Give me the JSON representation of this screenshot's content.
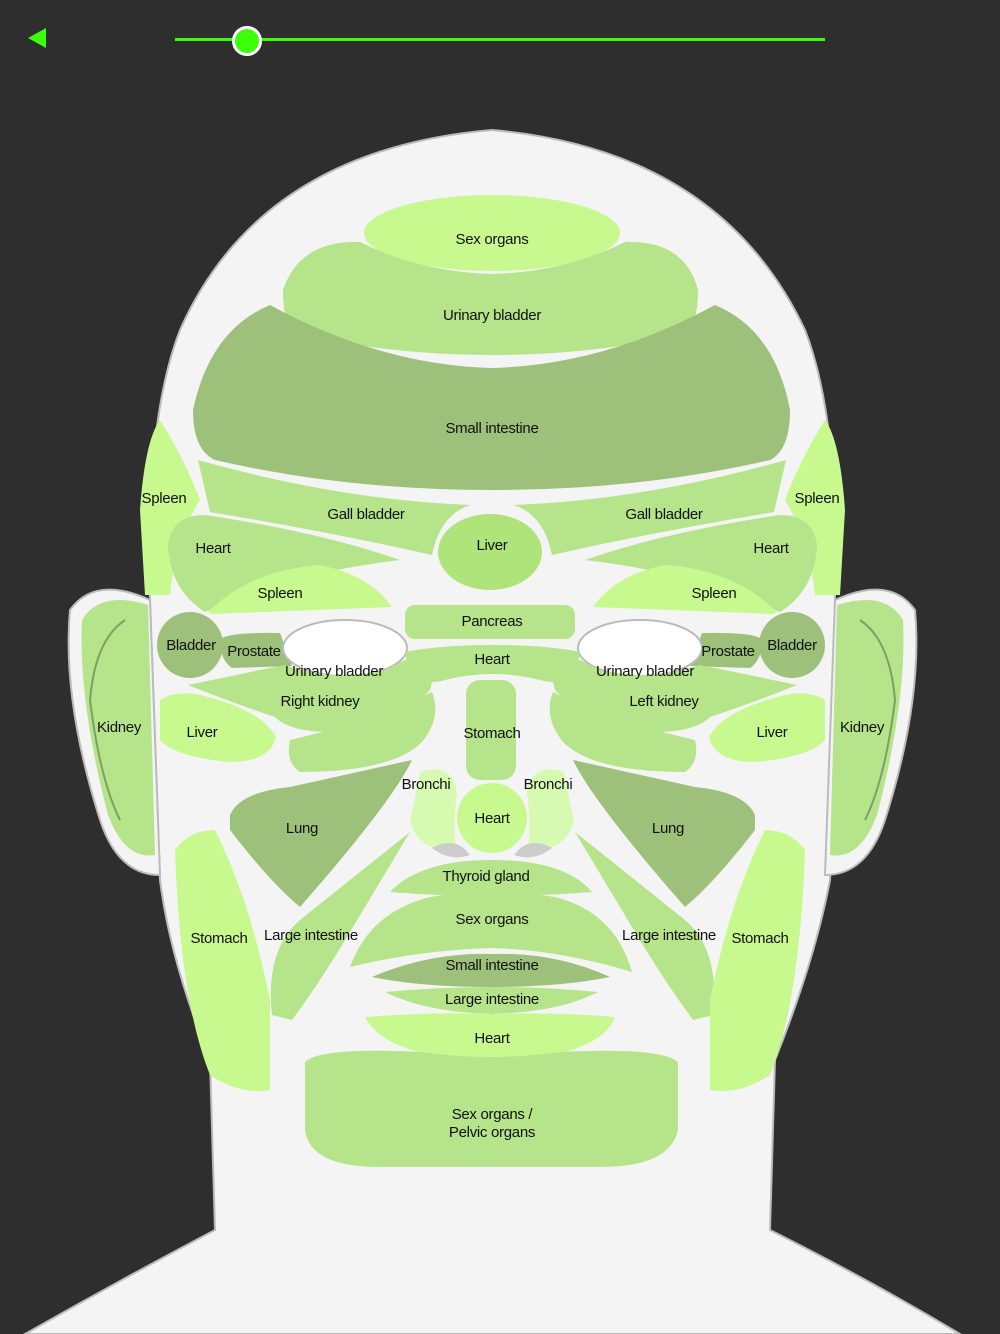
{
  "controls": {
    "back_icon": "back-triangle-icon",
    "slider_value_fraction": 0.11,
    "accent": "#3cff0a"
  },
  "zones": {
    "forehead_top": "Sex organs",
    "forehead_mid": "Urinary bladder",
    "forehead_low": "Small intestine",
    "spleen_temple_l": "Spleen",
    "spleen_temple_r": "Spleen",
    "gall_l": "Gall bladder",
    "gall_r": "Gall bladder",
    "liver_center": "Liver",
    "heart_brow_l": "Heart",
    "heart_brow_r": "Heart",
    "spleen_eye_l": "Spleen",
    "spleen_eye_r": "Spleen",
    "pancreas": "Pancreas",
    "bladder_l": "Bladder",
    "bladder_r": "Bladder",
    "prostate_l": "Prostate",
    "prostate_r": "Prostate",
    "urinary_eye_l": "Urinary bladder",
    "urinary_eye_r": "Urinary bladder",
    "kidney_eye_l": "Right kidney",
    "kidney_eye_r": "Left kidney",
    "heart_bridge": "Heart",
    "kidney_ear_l": "Kidney",
    "kidney_ear_r": "Kidney",
    "liver_cheek_l": "Liver",
    "liver_cheek_r": "Liver",
    "stomach_nose": "Stomach",
    "bronchi_l": "Bronchi",
    "bronchi_r": "Bronchi",
    "heart_nose": "Heart",
    "lung_l": "Lung",
    "lung_r": "Lung",
    "thyroid": "Thyroid gland",
    "stomach_jaw_l": "Stomach",
    "stomach_jaw_r": "Stomach",
    "large_int_l": "Large intestine",
    "large_int_r": "Large intestine",
    "sex_lip": "Sex organs",
    "small_int_lip": "Small intestine",
    "large_int_lip": "Large intestine",
    "heart_chin": "Heart",
    "pelvic_1": "Sex organs /",
    "pelvic_2": "Pelvic organs"
  }
}
